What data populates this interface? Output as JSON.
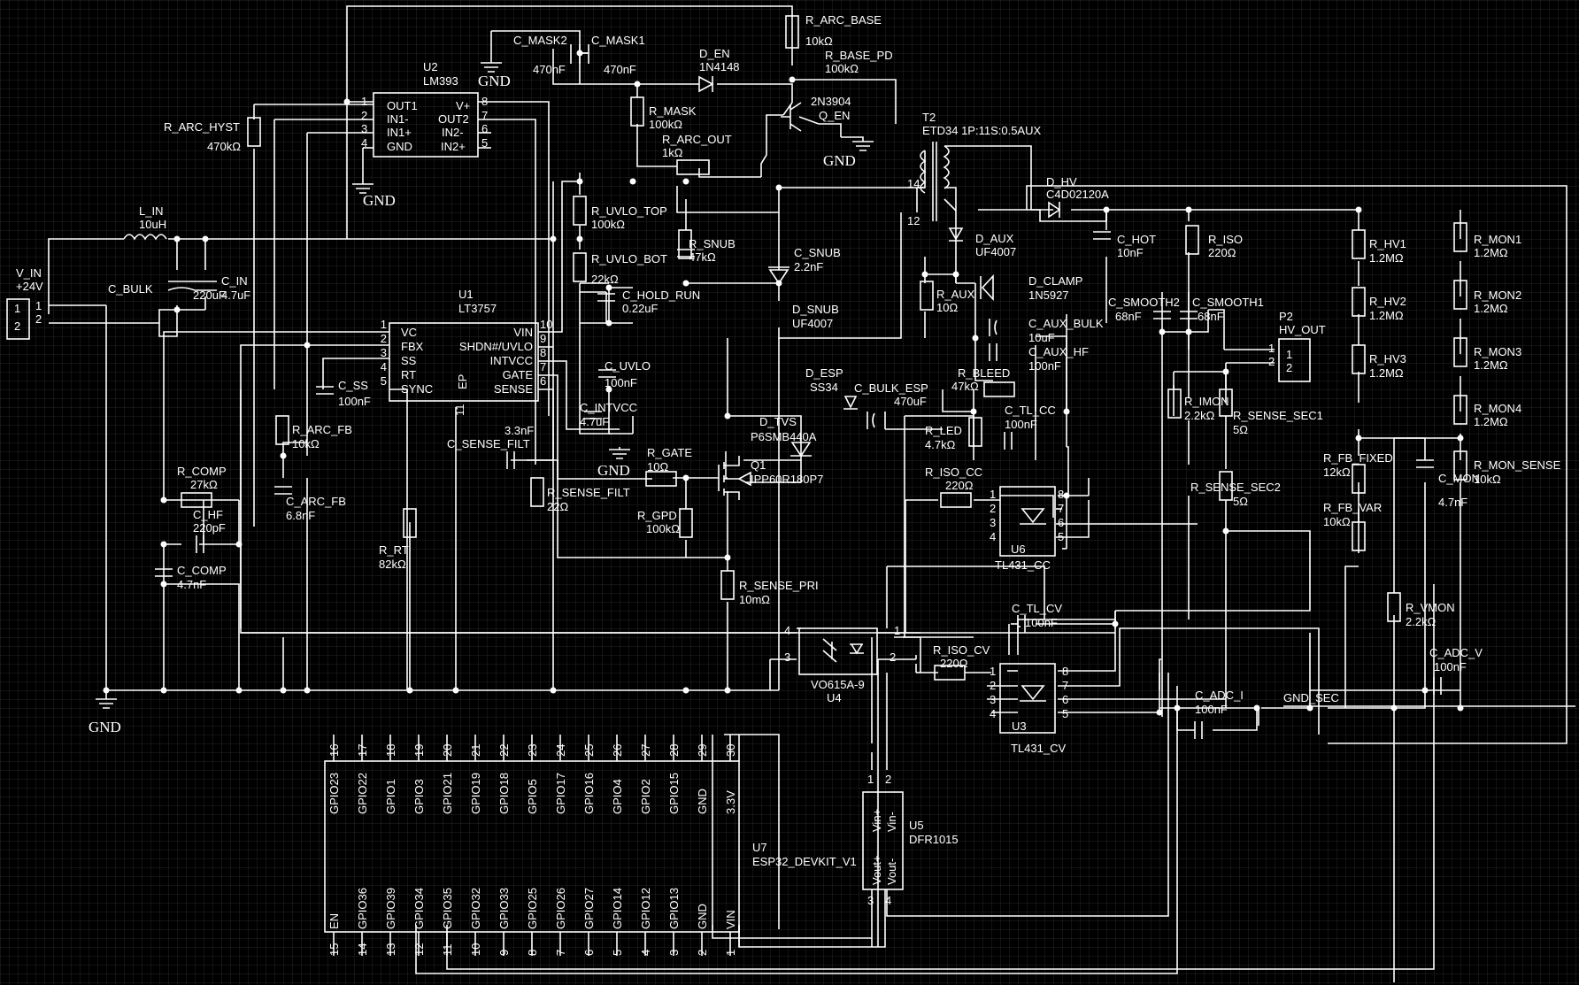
{
  "schematic": {
    "nets": {
      "gnd": "GND",
      "gnd_sec": "GND_SEC"
    },
    "ics": {
      "u1": {
        "ref": "U1",
        "part": "LT3757",
        "pins_left": [
          [
            "1",
            "VC"
          ],
          [
            "2",
            "FBX"
          ],
          [
            "3",
            "SS"
          ],
          [
            "4",
            "RT"
          ],
          [
            "5",
            "SYNC"
          ]
        ],
        "pins_right": [
          [
            "10",
            "VIN"
          ],
          [
            "9",
            "SHDN#/UVLO"
          ],
          [
            "8",
            "INTVCC"
          ],
          [
            "7",
            "GATE"
          ],
          [
            "6",
            "SENSE"
          ]
        ],
        "ep_label": "EP",
        "ep_num": "11"
      },
      "u2": {
        "ref": "U2",
        "part": "LM393",
        "pins_left": [
          [
            "1",
            "OUT1"
          ],
          [
            "2",
            "IN1-"
          ],
          [
            "3",
            "IN1+"
          ],
          [
            "4",
            "GND"
          ]
        ],
        "pins_right": [
          [
            "8",
            "V+"
          ],
          [
            "7",
            "OUT2"
          ],
          [
            "6",
            "IN2-"
          ],
          [
            "5",
            "IN2+"
          ]
        ]
      },
      "u4": {
        "ref": "U4",
        "part": "VO615A-9",
        "pins": [
          "4",
          "1",
          "3",
          "2"
        ]
      },
      "u6": {
        "ref": "U6",
        "part": "TL431_CC",
        "pins": [
          "1",
          "2",
          "3",
          "4",
          "8",
          "7",
          "6",
          "5"
        ]
      },
      "u3": {
        "ref": "U3",
        "part": "TL431_CV",
        "pins": [
          "1",
          "2",
          "3",
          "4",
          "8",
          "7",
          "6",
          "5"
        ]
      },
      "u5": {
        "ref": "U5",
        "part": "DFR1015",
        "pins": [
          [
            "1",
            "Vin+"
          ],
          [
            "2",
            "Vin-"
          ],
          [
            "3",
            "Vout+"
          ],
          [
            "4",
            "Vout-"
          ]
        ]
      },
      "u7": {
        "ref": "U7",
        "part": "ESP32_DEVKIT_V1",
        "top_pins": [
          [
            "16",
            "GPIO23"
          ],
          [
            "17",
            "GPIO22"
          ],
          [
            "18",
            "GPIO1"
          ],
          [
            "19",
            "GPIO3"
          ],
          [
            "20",
            "GPIO21"
          ],
          [
            "21",
            "GPIO19"
          ],
          [
            "22",
            "GPIO18"
          ],
          [
            "23",
            "GPIO5"
          ],
          [
            "24",
            "GPIO17"
          ],
          [
            "25",
            "GPIO16"
          ],
          [
            "26",
            "GPIO4"
          ],
          [
            "27",
            "GPIO2"
          ],
          [
            "28",
            "GPIO15"
          ],
          [
            "29",
            "GND"
          ],
          [
            "30",
            "3.3V"
          ]
        ],
        "bottom_pins": [
          [
            "15",
            "EN"
          ],
          [
            "14",
            "GPIO36"
          ],
          [
            "13",
            "GPIO39"
          ],
          [
            "12",
            "GPIO34"
          ],
          [
            "11",
            "GPIO35"
          ],
          [
            "10",
            "GPIO32"
          ],
          [
            "9",
            "GPIO33"
          ],
          [
            "8",
            "GPIO25"
          ],
          [
            "7",
            "GPIO26"
          ],
          [
            "6",
            "GPIO27"
          ],
          [
            "5",
            "GPIO14"
          ],
          [
            "4",
            "GPIO12"
          ],
          [
            "3",
            "GPIO13"
          ],
          [
            "2",
            "GND"
          ],
          [
            "1",
            "VIN"
          ]
        ]
      },
      "t2": {
        "ref": "T2",
        "part": "ETD34 1P:11S:0.5AUX",
        "pin_a": "14",
        "pin_b": "12"
      },
      "q1": {
        "ref": "Q1",
        "part": "IPP60R180P7"
      },
      "q_en": {
        "ref": "Q_EN",
        "part": "2N3904"
      }
    },
    "connectors": {
      "v_in": {
        "ref": "V_IN",
        "value": "+24V",
        "pins": [
          "1",
          "2"
        ]
      },
      "p2": {
        "ref": "P2",
        "value": "HV_OUT",
        "pins": [
          "1",
          "2"
        ]
      }
    },
    "components": [
      {
        "ref": "R_ARC_BASE",
        "value": "10kΩ"
      },
      {
        "ref": "C_MASK2",
        "value": "470nF"
      },
      {
        "ref": "C_MASK1",
        "value": "470nF"
      },
      {
        "ref": "D_EN",
        "value": "1N4148"
      },
      {
        "ref": "R_BASE_PD",
        "value": "100kΩ"
      },
      {
        "ref": "R_MASK",
        "value": "100kΩ"
      },
      {
        "ref": "R_ARC_OUT",
        "value": "1kΩ"
      },
      {
        "ref": "R_ARC_HYST",
        "value": "470kΩ"
      },
      {
        "ref": "L_IN",
        "value": "10uH"
      },
      {
        "ref": "C_BULK",
        "value": "220uF"
      },
      {
        "ref": "C_IN",
        "value": "4.7uF"
      },
      {
        "ref": "R_UVLO_TOP",
        "value": "100kΩ"
      },
      {
        "ref": "R_UVLO_BOT",
        "value": "22kΩ"
      },
      {
        "ref": "R_SNUB",
        "value": "47kΩ"
      },
      {
        "ref": "C_SNUB",
        "value": "2.2nF"
      },
      {
        "ref": "C_HOLD_RUN",
        "value": "0.22uF"
      },
      {
        "ref": "D_SNUB",
        "value": "UF4007"
      },
      {
        "ref": "D_AUX",
        "value": "UF4007"
      },
      {
        "ref": "D_HV",
        "value": "C4D02120A"
      },
      {
        "ref": "C_HOT",
        "value": "10nF"
      },
      {
        "ref": "R_ISO",
        "value": "220Ω"
      },
      {
        "ref": "D_CLAMP",
        "value": "1N5927"
      },
      {
        "ref": "R_AUX",
        "value": "10Ω"
      },
      {
        "ref": "C_AUX_BULK",
        "value": "10uF"
      },
      {
        "ref": "C_AUX_HF",
        "value": "100nF"
      },
      {
        "ref": "C_SMOOTH2",
        "value": "68nF"
      },
      {
        "ref": "C_SMOOTH1",
        "value": "68nF"
      },
      {
        "ref": "R_HV1",
        "value": "1.2MΩ"
      },
      {
        "ref": "R_HV2",
        "value": "1.2MΩ"
      },
      {
        "ref": "R_HV3",
        "value": "1.2MΩ"
      },
      {
        "ref": "R_MON1",
        "value": "1.2MΩ"
      },
      {
        "ref": "R_MON2",
        "value": "1.2MΩ"
      },
      {
        "ref": "R_MON3",
        "value": "1.2MΩ"
      },
      {
        "ref": "R_MON4",
        "value": "1.2MΩ"
      },
      {
        "ref": "R_MON_SENSE",
        "value": "10kΩ"
      },
      {
        "ref": "C_MON",
        "value": "4.7nF"
      },
      {
        "ref": "C_SS",
        "value": "100nF"
      },
      {
        "ref": "C_UVLO",
        "value": "100nF"
      },
      {
        "ref": "C_INTVCC",
        "value": "4.7uF"
      },
      {
        "ref": "C_SENSE_FILT",
        "value": "3.3nF"
      },
      {
        "ref": "R_ARC_FB",
        "value": "10kΩ"
      },
      {
        "ref": "C_ARC_FB",
        "value": "6.8nF"
      },
      {
        "ref": "R_COMP",
        "value": "27kΩ"
      },
      {
        "ref": "C_HF",
        "value": "220pF"
      },
      {
        "ref": "C_COMP",
        "value": "4.7nF"
      },
      {
        "ref": "R_RT",
        "value": "82kΩ"
      },
      {
        "ref": "R_GATE",
        "value": "10Ω"
      },
      {
        "ref": "R_SENSE_FILT",
        "value": "22Ω"
      },
      {
        "ref": "R_GPD",
        "value": "100kΩ"
      },
      {
        "ref": "R_SENSE_PRI",
        "value": "10mΩ"
      },
      {
        "ref": "D_TVS",
        "value": "P6SMB440A"
      },
      {
        "ref": "D_ESP",
        "value": "SS34"
      },
      {
        "ref": "C_BULK_ESP",
        "value": "470uF"
      },
      {
        "ref": "R_BLEED",
        "value": "47kΩ"
      },
      {
        "ref": "R_LED",
        "value": "4.7kΩ"
      },
      {
        "ref": "C_TL_CC",
        "value": "100nF"
      },
      {
        "ref": "R_ISO_CC",
        "value": "220Ω"
      },
      {
        "ref": "R_IMON",
        "value": "2.2kΩ"
      },
      {
        "ref": "R_SENSE_SEC1",
        "value": "5Ω"
      },
      {
        "ref": "R_SENSE_SEC2",
        "value": "5Ω"
      },
      {
        "ref": "R_FB_FIXED",
        "value": "12kΩ"
      },
      {
        "ref": "R_FB_VAR",
        "value": "10kΩ"
      },
      {
        "ref": "R_VMON",
        "value": "2.2kΩ"
      },
      {
        "ref": "C_TL_CV",
        "value": "100nF"
      },
      {
        "ref": "R_ISO_CV",
        "value": "220Ω"
      },
      {
        "ref": "C_ADC_V",
        "value": "100nF"
      },
      {
        "ref": "C_ADC_I",
        "value": "100nF"
      }
    ]
  }
}
